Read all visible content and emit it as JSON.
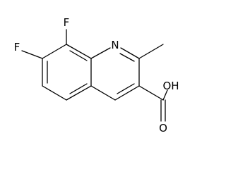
{
  "molecule": {
    "atom_labels": {
      "fluorine_top": "F",
      "fluorine_left": "F",
      "ring_nitrogen": "N",
      "hydroxyl": "OH",
      "carbonyl_oxygen": "O"
    },
    "bond_color": "#000000",
    "label_color": "#000000",
    "background_color": "#ffffff"
  }
}
